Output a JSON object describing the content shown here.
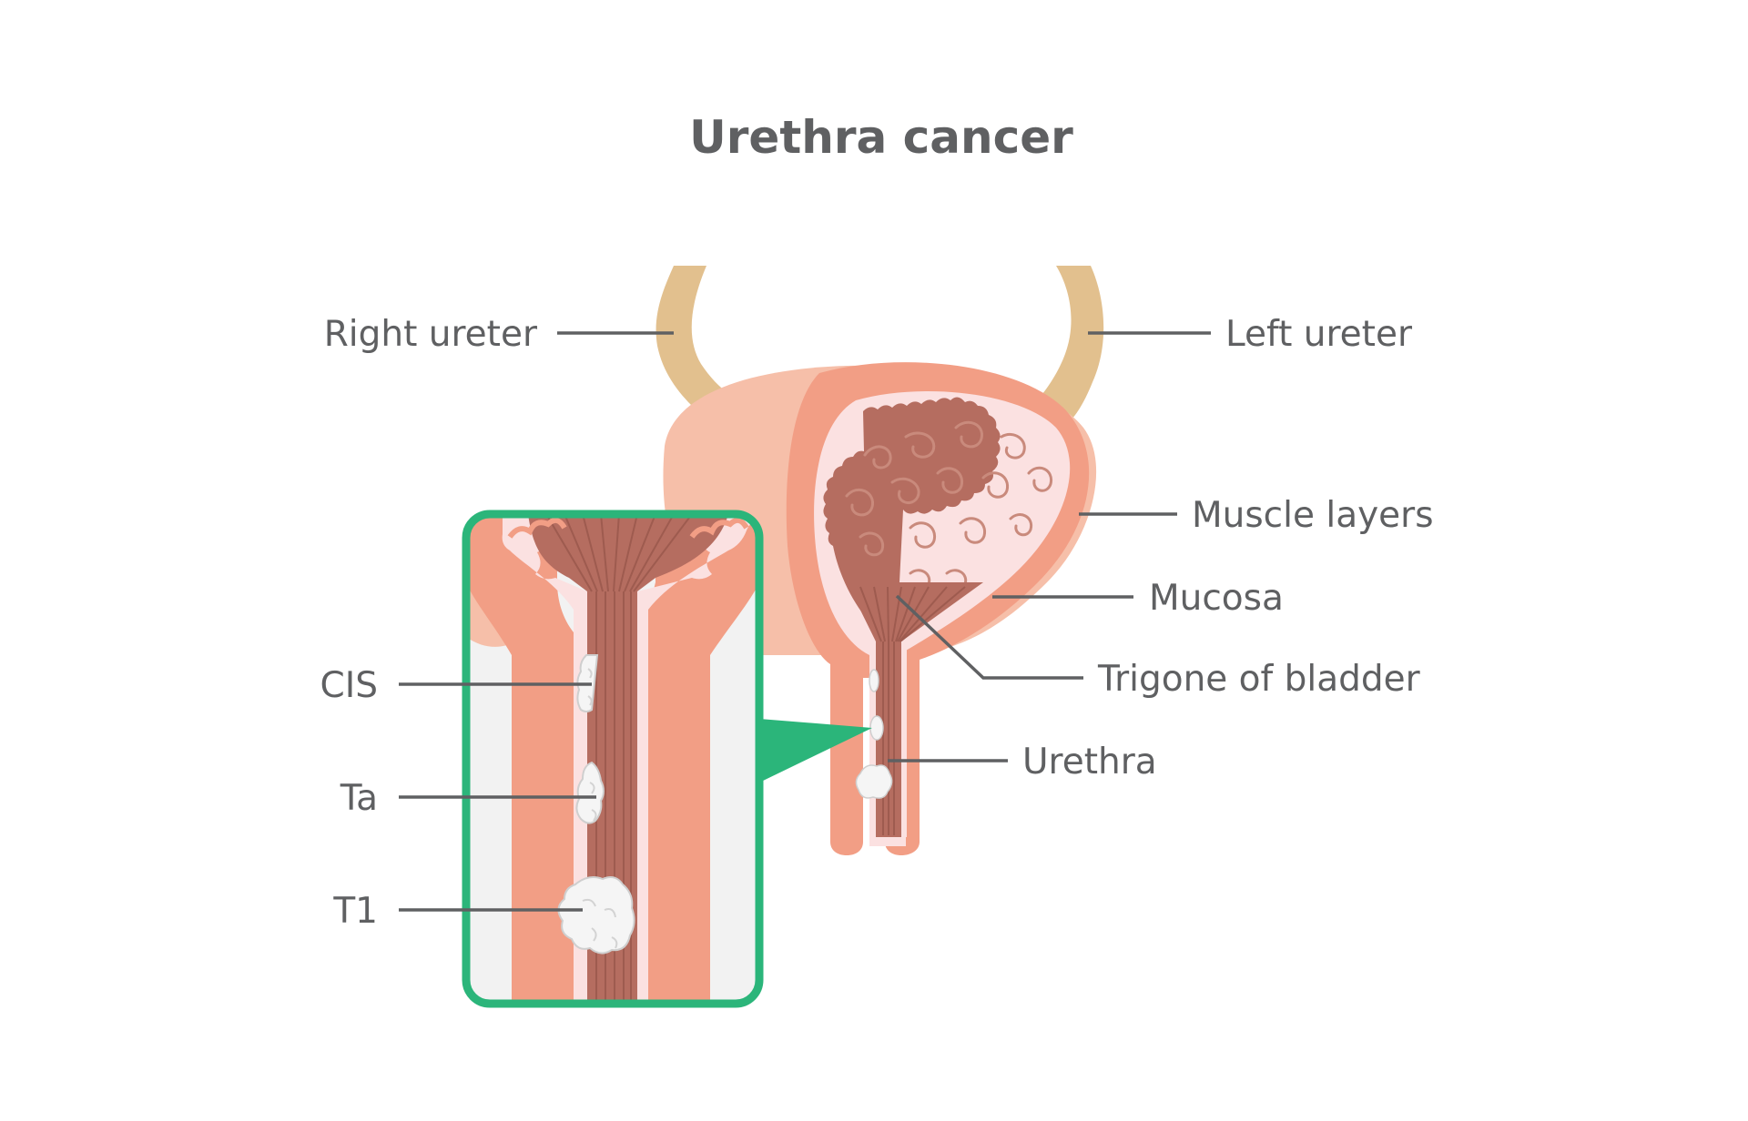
{
  "title": "Urethra cancer",
  "labels": {
    "right_ureter": "Right ureter",
    "left_ureter": "Left ureter",
    "muscle_layers": "Muscle layers",
    "mucosa": "Mucosa",
    "trigone": "Trigone of bladder",
    "urethra": "Urethra",
    "cis": "CIS",
    "ta": "Ta",
    "t1": "T1"
  },
  "colors": {
    "ureter": "#e2c08e",
    "bladder_outer": "#f6bfa9",
    "muscle": "#f29e85",
    "mucosa": "#fbe1e1",
    "lumen": "#b56d60",
    "lumen_swirl": "#c98a7c",
    "tumor": "#f5f5f5",
    "callout_border": "#2bb57a",
    "text": "#5f6062"
  }
}
